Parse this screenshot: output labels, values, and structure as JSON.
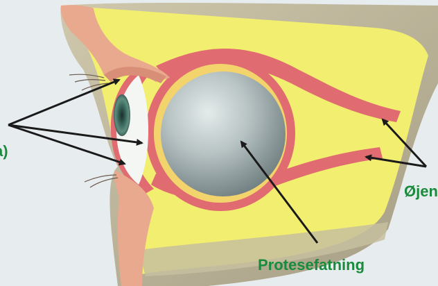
{
  "labels": {
    "left": "a)",
    "right": "Øjen",
    "bottom": "Protesefatning"
  },
  "colors": {
    "label_text": "#1a8a3c",
    "background": "#e7ecef",
    "fat_tissue": "#f2ee6f",
    "muscle": "#e06b70",
    "bone": "#bfb79c",
    "skin": "#e9a98f",
    "implant": "#a9b5b6",
    "arrow": "#1a1a1a"
  }
}
